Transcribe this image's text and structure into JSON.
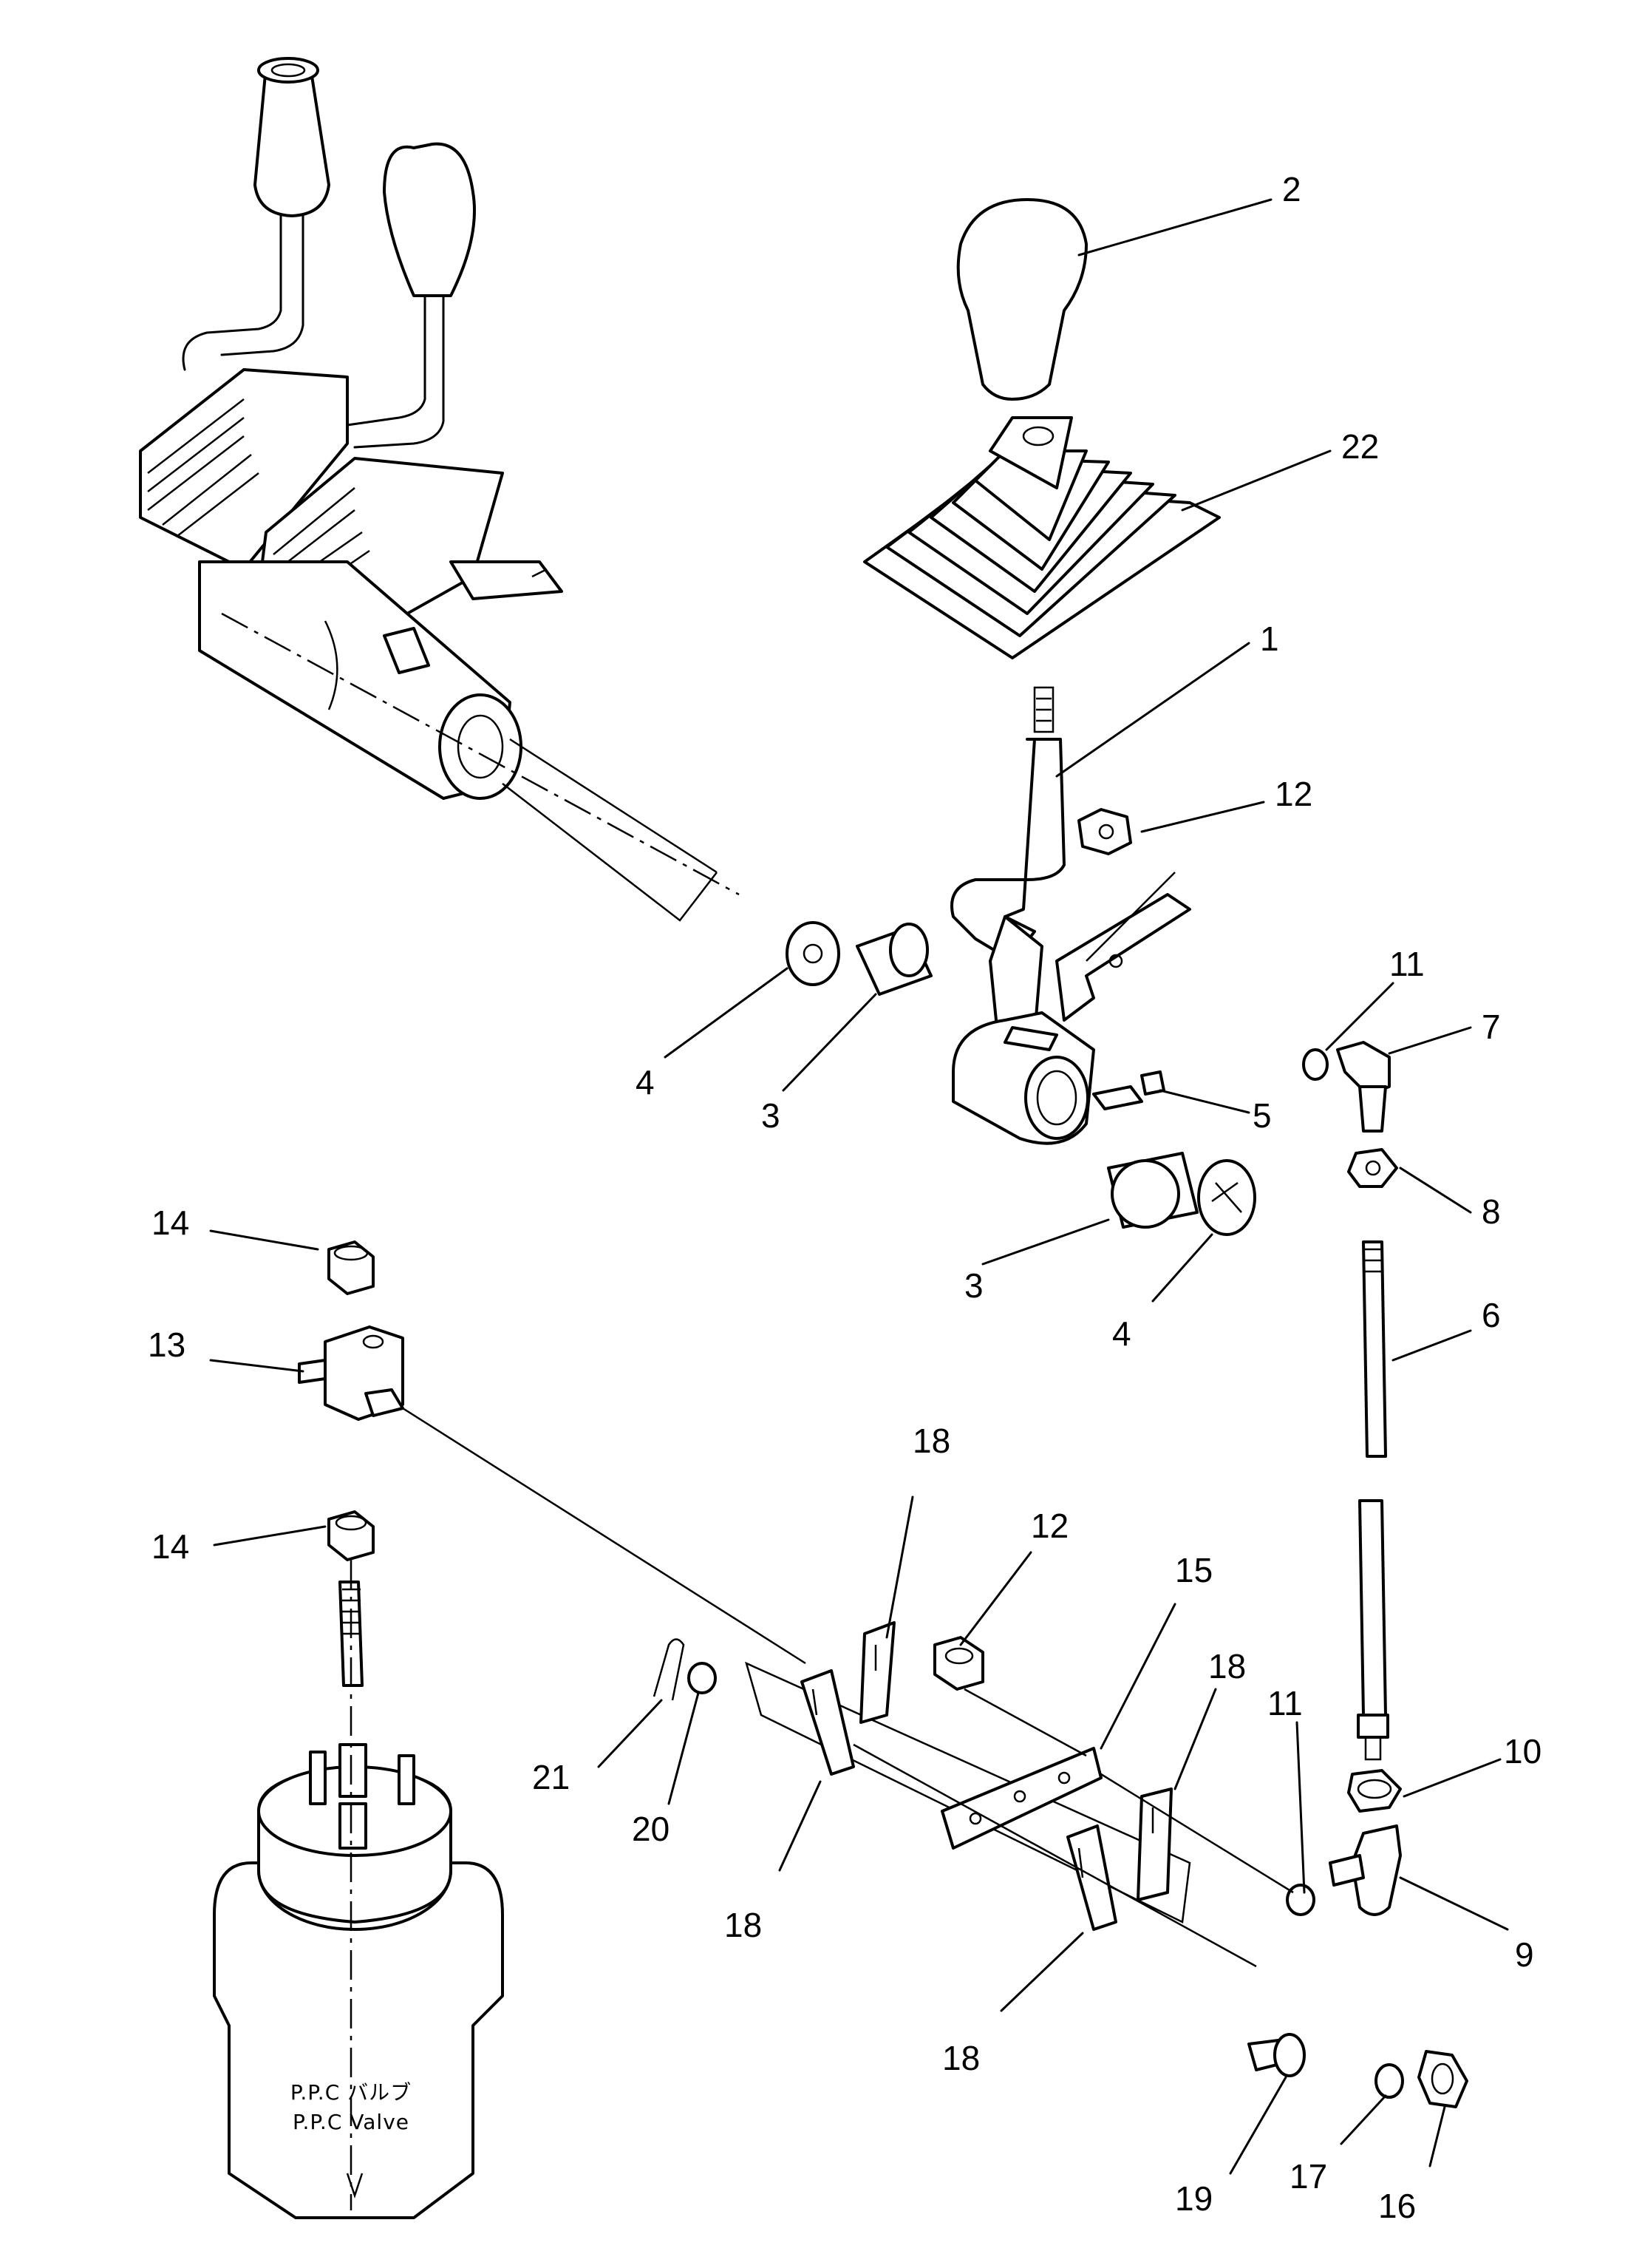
{
  "diagram": {
    "valve_label_line1": "P.P.C バルブ",
    "valve_label_line2": "P.P.C Valve",
    "callouts": [
      "1",
      "2",
      "22",
      "12",
      "11",
      "4",
      "3",
      "5",
      "7",
      "8",
      "3",
      "4",
      "6",
      "14",
      "13",
      "14",
      "18",
      "12",
      "15",
      "18",
      "11",
      "10",
      "21",
      "20",
      "18",
      "9",
      "18",
      "17",
      "16",
      "19"
    ]
  }
}
